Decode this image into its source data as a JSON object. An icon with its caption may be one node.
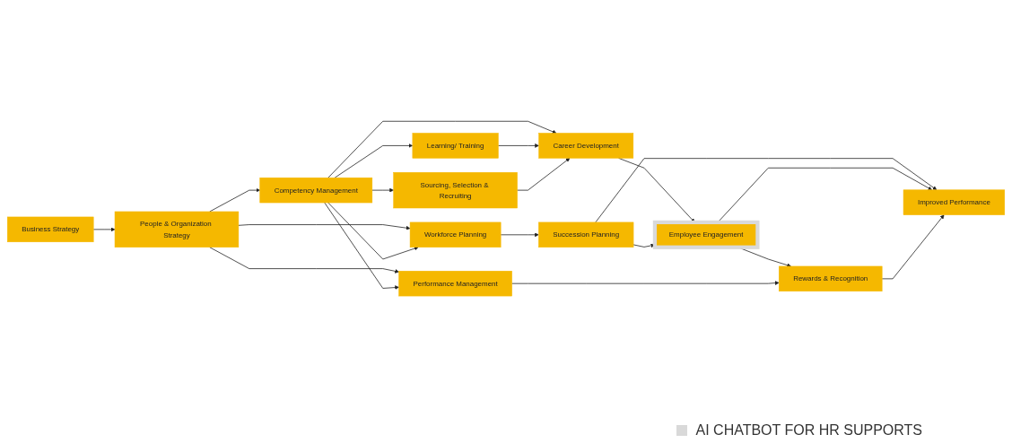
{
  "diagram": {
    "nodes": [
      {
        "text": [
          "Business Strategy"
        ]
      },
      {
        "text": [
          "People & Organization Strategy"
        ]
      },
      {
        "text": [
          "Competency Management"
        ]
      },
      {
        "text": [
          "Workforce Planning"
        ]
      },
      {
        "text": [
          "Learning/ Training"
        ]
      },
      {
        "text": [
          "Career Development"
        ]
      },
      {
        "text": [
          "Sourcing, Selection & Recruiting"
        ]
      },
      {
        "text": [
          "Performance Management"
        ]
      },
      {
        "text": [
          "Succession Planning"
        ]
      },
      {
        "text": [
          "Employee Engagement"
        ]
      },
      {
        "text": [
          "Rewards & Recognition"
        ]
      },
      {
        "text": [
          "Improved Performance"
        ]
      }
    ],
    "edges": [
      {
        "from": 0,
        "to": 1,
        "arrow": "to"
      },
      {
        "from": 1,
        "to": 2,
        "arrow": "to"
      },
      {
        "from": 1,
        "to": 3,
        "arrow": "to"
      },
      {
        "from": 1,
        "to": 7,
        "arrow": "to"
      },
      {
        "from": 2,
        "to": 3,
        "arrow": "to"
      },
      {
        "from": 2,
        "to": 4,
        "arrow": "to"
      },
      {
        "from": 2,
        "to": 5,
        "arrow": "to"
      },
      {
        "from": 2,
        "to": 6,
        "arrow": "to"
      },
      {
        "from": 2,
        "to": 7,
        "arrow": "to"
      },
      {
        "from": 4,
        "to": 5,
        "arrow": "to"
      },
      {
        "from": 6,
        "to": 5,
        "arrow": "to"
      },
      {
        "from": 3,
        "to": 8,
        "arrow": "to"
      },
      {
        "from": 5,
        "to": 9,
        "arrow": "to"
      },
      {
        "from": 8,
        "to": 9,
        "arrow": "to"
      },
      {
        "from": 8,
        "to": 11,
        "arrow": "to"
      },
      {
        "from": 9,
        "to": 11,
        "arrow": "to"
      },
      {
        "from": 9,
        "to": 10,
        "arrow": "to"
      },
      {
        "from": 7,
        "to": 10,
        "arrow": "to"
      },
      {
        "from": 10,
        "to": 11,
        "arrow": "to"
      }
    ],
    "legend": [
      {
        "text": "AI CHATBOT FOR HR SUPPORTS",
        "color": "#d9d9d9"
      }
    ]
  }
}
